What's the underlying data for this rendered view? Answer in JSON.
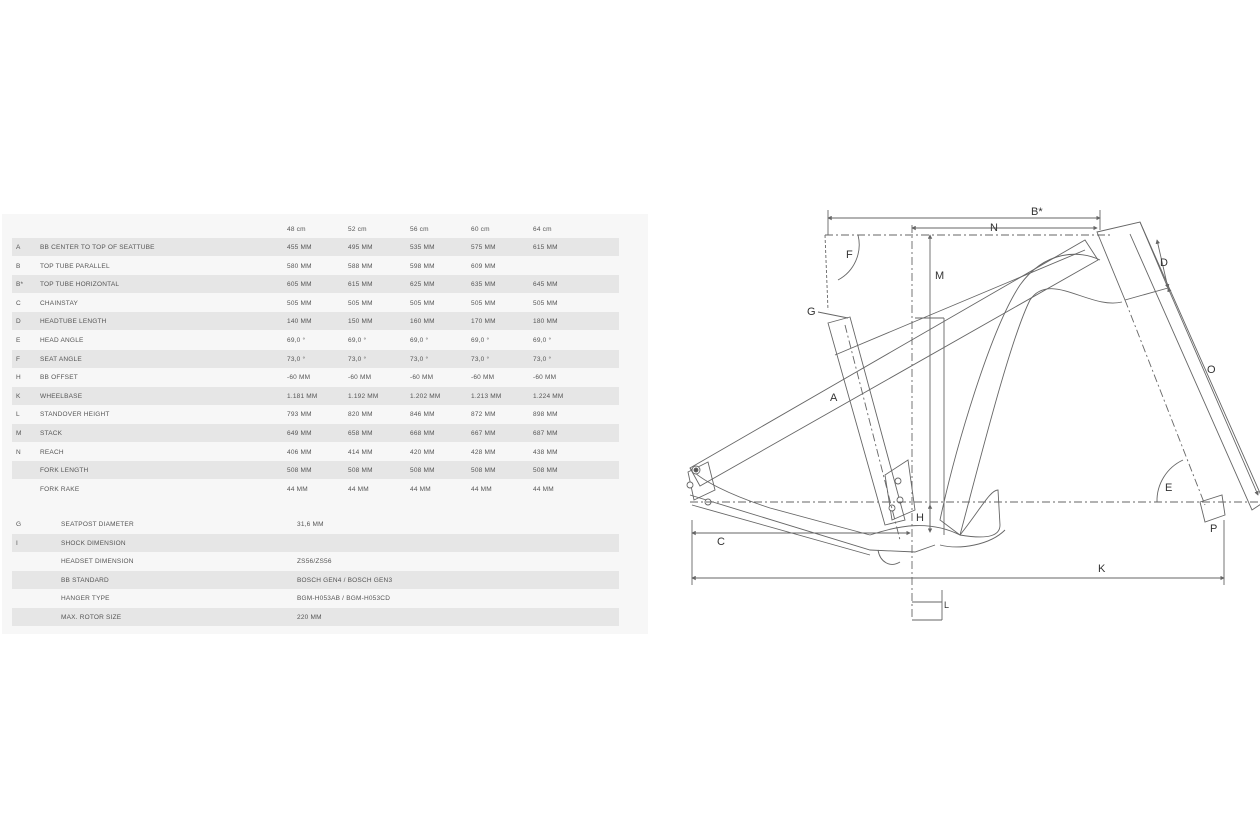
{
  "geometry_table": {
    "sizes": [
      "48 cm",
      "52 cm",
      "56 cm",
      "60 cm",
      "64 cm"
    ],
    "rows": [
      {
        "key": "A",
        "label": "BB CENTER TO TOP OF SEATTUBE",
        "values": [
          "455 MM",
          "495 MM",
          "535 MM",
          "575 MM",
          "615 MM"
        ]
      },
      {
        "key": "B",
        "label": "TOP TUBE PARALLEL",
        "values": [
          "580 MM",
          "588 MM",
          "598 MM",
          "609 MM",
          ""
        ]
      },
      {
        "key": "B*",
        "label": "TOP TUBE HORIZONTAL",
        "values": [
          "605 MM",
          "615 MM",
          "625 MM",
          "635 MM",
          "645 MM"
        ]
      },
      {
        "key": "C",
        "label": "CHAINSTAY",
        "values": [
          "505 MM",
          "505 MM",
          "505 MM",
          "505 MM",
          "505 MM"
        ]
      },
      {
        "key": "D",
        "label": "HEADTUBE LENGTH",
        "values": [
          "140 MM",
          "150 MM",
          "160 MM",
          "170 MM",
          "180 MM"
        ]
      },
      {
        "key": "E",
        "label": "HEAD ANGLE",
        "values": [
          "69,0 °",
          "69,0 °",
          "69,0 °",
          "69,0 °",
          "69,0 °"
        ]
      },
      {
        "key": "F",
        "label": "SEAT ANGLE",
        "values": [
          "73,0 °",
          "73,0 °",
          "73,0 °",
          "73,0 °",
          "73,0 °"
        ]
      },
      {
        "key": "H",
        "label": "BB OFFSET",
        "values": [
          "-60 MM",
          "-60 MM",
          "-60 MM",
          "-60 MM",
          "-60 MM"
        ]
      },
      {
        "key": "K",
        "label": "WHEELBASE",
        "values": [
          "1.181 MM",
          "1.192 MM",
          "1.202 MM",
          "1.213 MM",
          "1.224 MM"
        ]
      },
      {
        "key": "L",
        "label": "STANDOVER HEIGHT",
        "values": [
          "793 MM",
          "820 MM",
          "846 MM",
          "872 MM",
          "898 MM"
        ]
      },
      {
        "key": "M",
        "label": "STACK",
        "values": [
          "649 MM",
          "658 MM",
          "668 MM",
          "667 MM",
          "687 MM"
        ]
      },
      {
        "key": "N",
        "label": "REACH",
        "values": [
          "406 MM",
          "414 MM",
          "420 MM",
          "428 MM",
          "438 MM"
        ]
      },
      {
        "key": "",
        "label": "FORK LENGTH",
        "values": [
          "508 MM",
          "508 MM",
          "508 MM",
          "508 MM",
          "508 MM"
        ]
      },
      {
        "key": "",
        "label": "FORK RAKE",
        "values": [
          "44 MM",
          "44 MM",
          "44 MM",
          "44 MM",
          "44 MM"
        ]
      }
    ]
  },
  "spec_table": {
    "rows": [
      {
        "key": "G",
        "label": "SEATPOST DIAMETER",
        "value": "31,6 MM"
      },
      {
        "key": "I",
        "label": "SHOCK DIMENSION",
        "value": ""
      },
      {
        "key": "",
        "label": "HEADSET DIMENSION",
        "value": "ZS56/ZS56"
      },
      {
        "key": "",
        "label": "BB STANDARD",
        "value": "BOSCH GEN4 / BOSCH GEN3"
      },
      {
        "key": "",
        "label": "HANGER TYPE",
        "value": "BGM-H053AB / BGM-H053CD"
      },
      {
        "key": "",
        "label": "MAX. ROTOR SIZE",
        "value": "220 MM"
      }
    ]
  },
  "diagram": {
    "labels": {
      "A": "A",
      "B_star": "B*",
      "C": "C",
      "D": "D",
      "E": "E",
      "F": "F",
      "G": "G",
      "H": "H",
      "K": "K",
      "L": "L",
      "M": "M",
      "N": "N",
      "O": "O",
      "P": "P"
    },
    "line_color": "#666666"
  }
}
